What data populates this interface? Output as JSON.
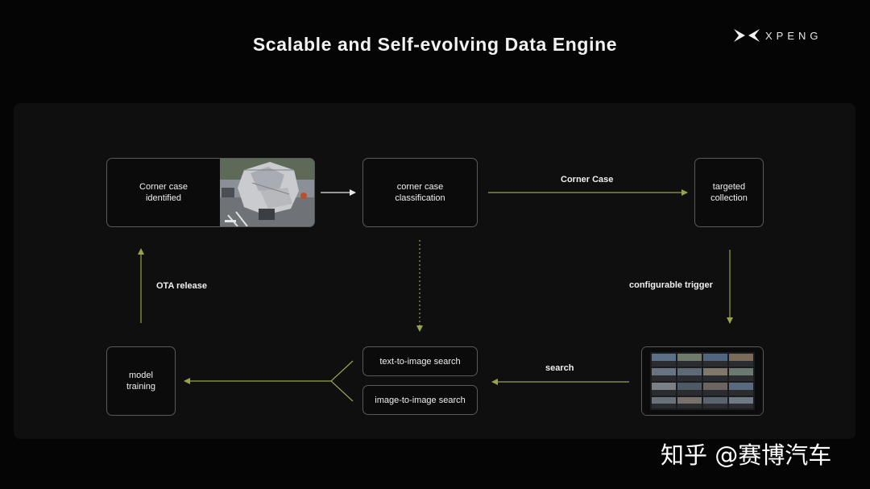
{
  "slide": {
    "title": "Scalable and Self-evolving Data Engine",
    "brand": "XPENG"
  },
  "nodes": {
    "corner_case_identified": "Corner case\nidentified",
    "corner_case_classification": "corner case\nclassification",
    "targeted_collection": "targeted\ncollection",
    "model_training": "model\ntraining",
    "text_to_image_search": "text-to-image search",
    "image_to_image_search": "image-to-image search"
  },
  "edge_labels": {
    "corner_case": "Corner Case",
    "ota_release": "OTA release",
    "configurable_trigger": "configurable trigger",
    "search": "search"
  },
  "watermark": "知乎 @赛博汽车",
  "colors": {
    "arrow_olive": "#9aa24a",
    "arrow_white": "#e8e8e8",
    "node_border": "#5a5a5a",
    "background": "#050505"
  },
  "icons": {
    "brand_logo": "xpeng-x-logo-icon",
    "photo": "road-photo-image",
    "grid": "camera-grid-image"
  }
}
